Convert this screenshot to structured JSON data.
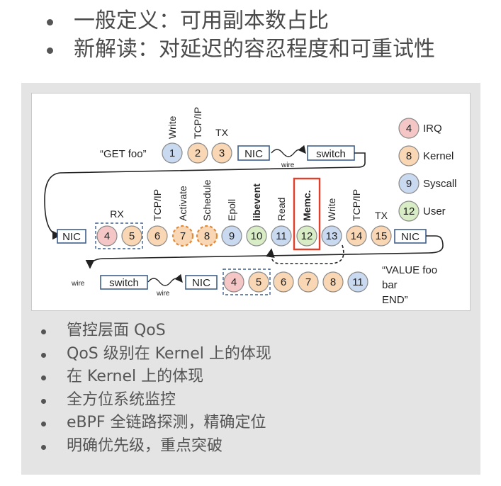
{
  "heading": {
    "items": [
      "一般定义：可用副本数占比",
      "新解读：对延迟的容忍程度和可重试性"
    ]
  },
  "diagram": {
    "request_label": "“GET foo”",
    "reply_label": [
      "“VALUE foo",
      "bar",
      "END”"
    ],
    "wire_label": "wire",
    "legend": [
      {
        "num": "4",
        "label": "IRQ",
        "kind": "irq"
      },
      {
        "num": "8",
        "label": "Kernel",
        "kind": "kernel"
      },
      {
        "num": "9",
        "label": "Syscall",
        "kind": "syscall"
      },
      {
        "num": "12",
        "label": "User",
        "kind": "user"
      }
    ],
    "row1": {
      "steps": [
        {
          "num": "1",
          "kind": "syscall",
          "label": "Write"
        },
        {
          "num": "2",
          "kind": "kernel",
          "label": "TCP/IP"
        },
        {
          "num": "3",
          "kind": "kernel",
          "label": "TX"
        }
      ],
      "nic": "NIC",
      "switch": "switch"
    },
    "row2": {
      "nic_in": "NIC",
      "rx_label": "RX",
      "steps": [
        {
          "num": "4",
          "kind": "irq",
          "label": ""
        },
        {
          "num": "5",
          "kind": "kernel",
          "label": ""
        },
        {
          "num": "6",
          "kind": "kernel",
          "label": "TCP/IP"
        },
        {
          "num": "7",
          "kind": "kernel",
          "label": "Activate"
        },
        {
          "num": "8",
          "kind": "kernel",
          "label": "Schedule"
        },
        {
          "num": "9",
          "kind": "syscall",
          "label": "Epoll"
        },
        {
          "num": "10",
          "kind": "user",
          "label": "libevent"
        },
        {
          "num": "11",
          "kind": "syscall",
          "label": "Read"
        },
        {
          "num": "12",
          "kind": "user",
          "label": "Memc."
        },
        {
          "num": "13",
          "kind": "syscall",
          "label": "Write"
        },
        {
          "num": "14",
          "kind": "kernel",
          "label": "TCP/IP"
        },
        {
          "num": "15",
          "kind": "kernel",
          "label": "TX"
        }
      ],
      "nic_out": "NIC"
    },
    "row3": {
      "switch": "switch",
      "nic": "NIC",
      "steps": [
        {
          "num": "4",
          "kind": "irq"
        },
        {
          "num": "5",
          "kind": "kernel"
        },
        {
          "num": "6",
          "kind": "kernel"
        },
        {
          "num": "7",
          "kind": "kernel"
        },
        {
          "num": "8",
          "kind": "kernel"
        },
        {
          "num": "11",
          "kind": "syscall"
        }
      ]
    },
    "colors": {
      "irq": "#f4c6c6",
      "kernel": "#f9d7b5",
      "syscall": "#c9d9f0",
      "user": "#d8ecc5",
      "stroke": "#8a8a8a",
      "box": "#3f5f8c",
      "highlight": "#e0402b",
      "dashed_orange": "#e08a3a"
    }
  },
  "points": {
    "items": [
      "管控层面 QoS",
      "QoS 级别在 Kernel 上的体现",
      "在 Kernel 上的体现",
      "全方位系统监控",
      "eBPF 全链路探测，精确定位",
      "明确优先级，重点突破"
    ]
  }
}
